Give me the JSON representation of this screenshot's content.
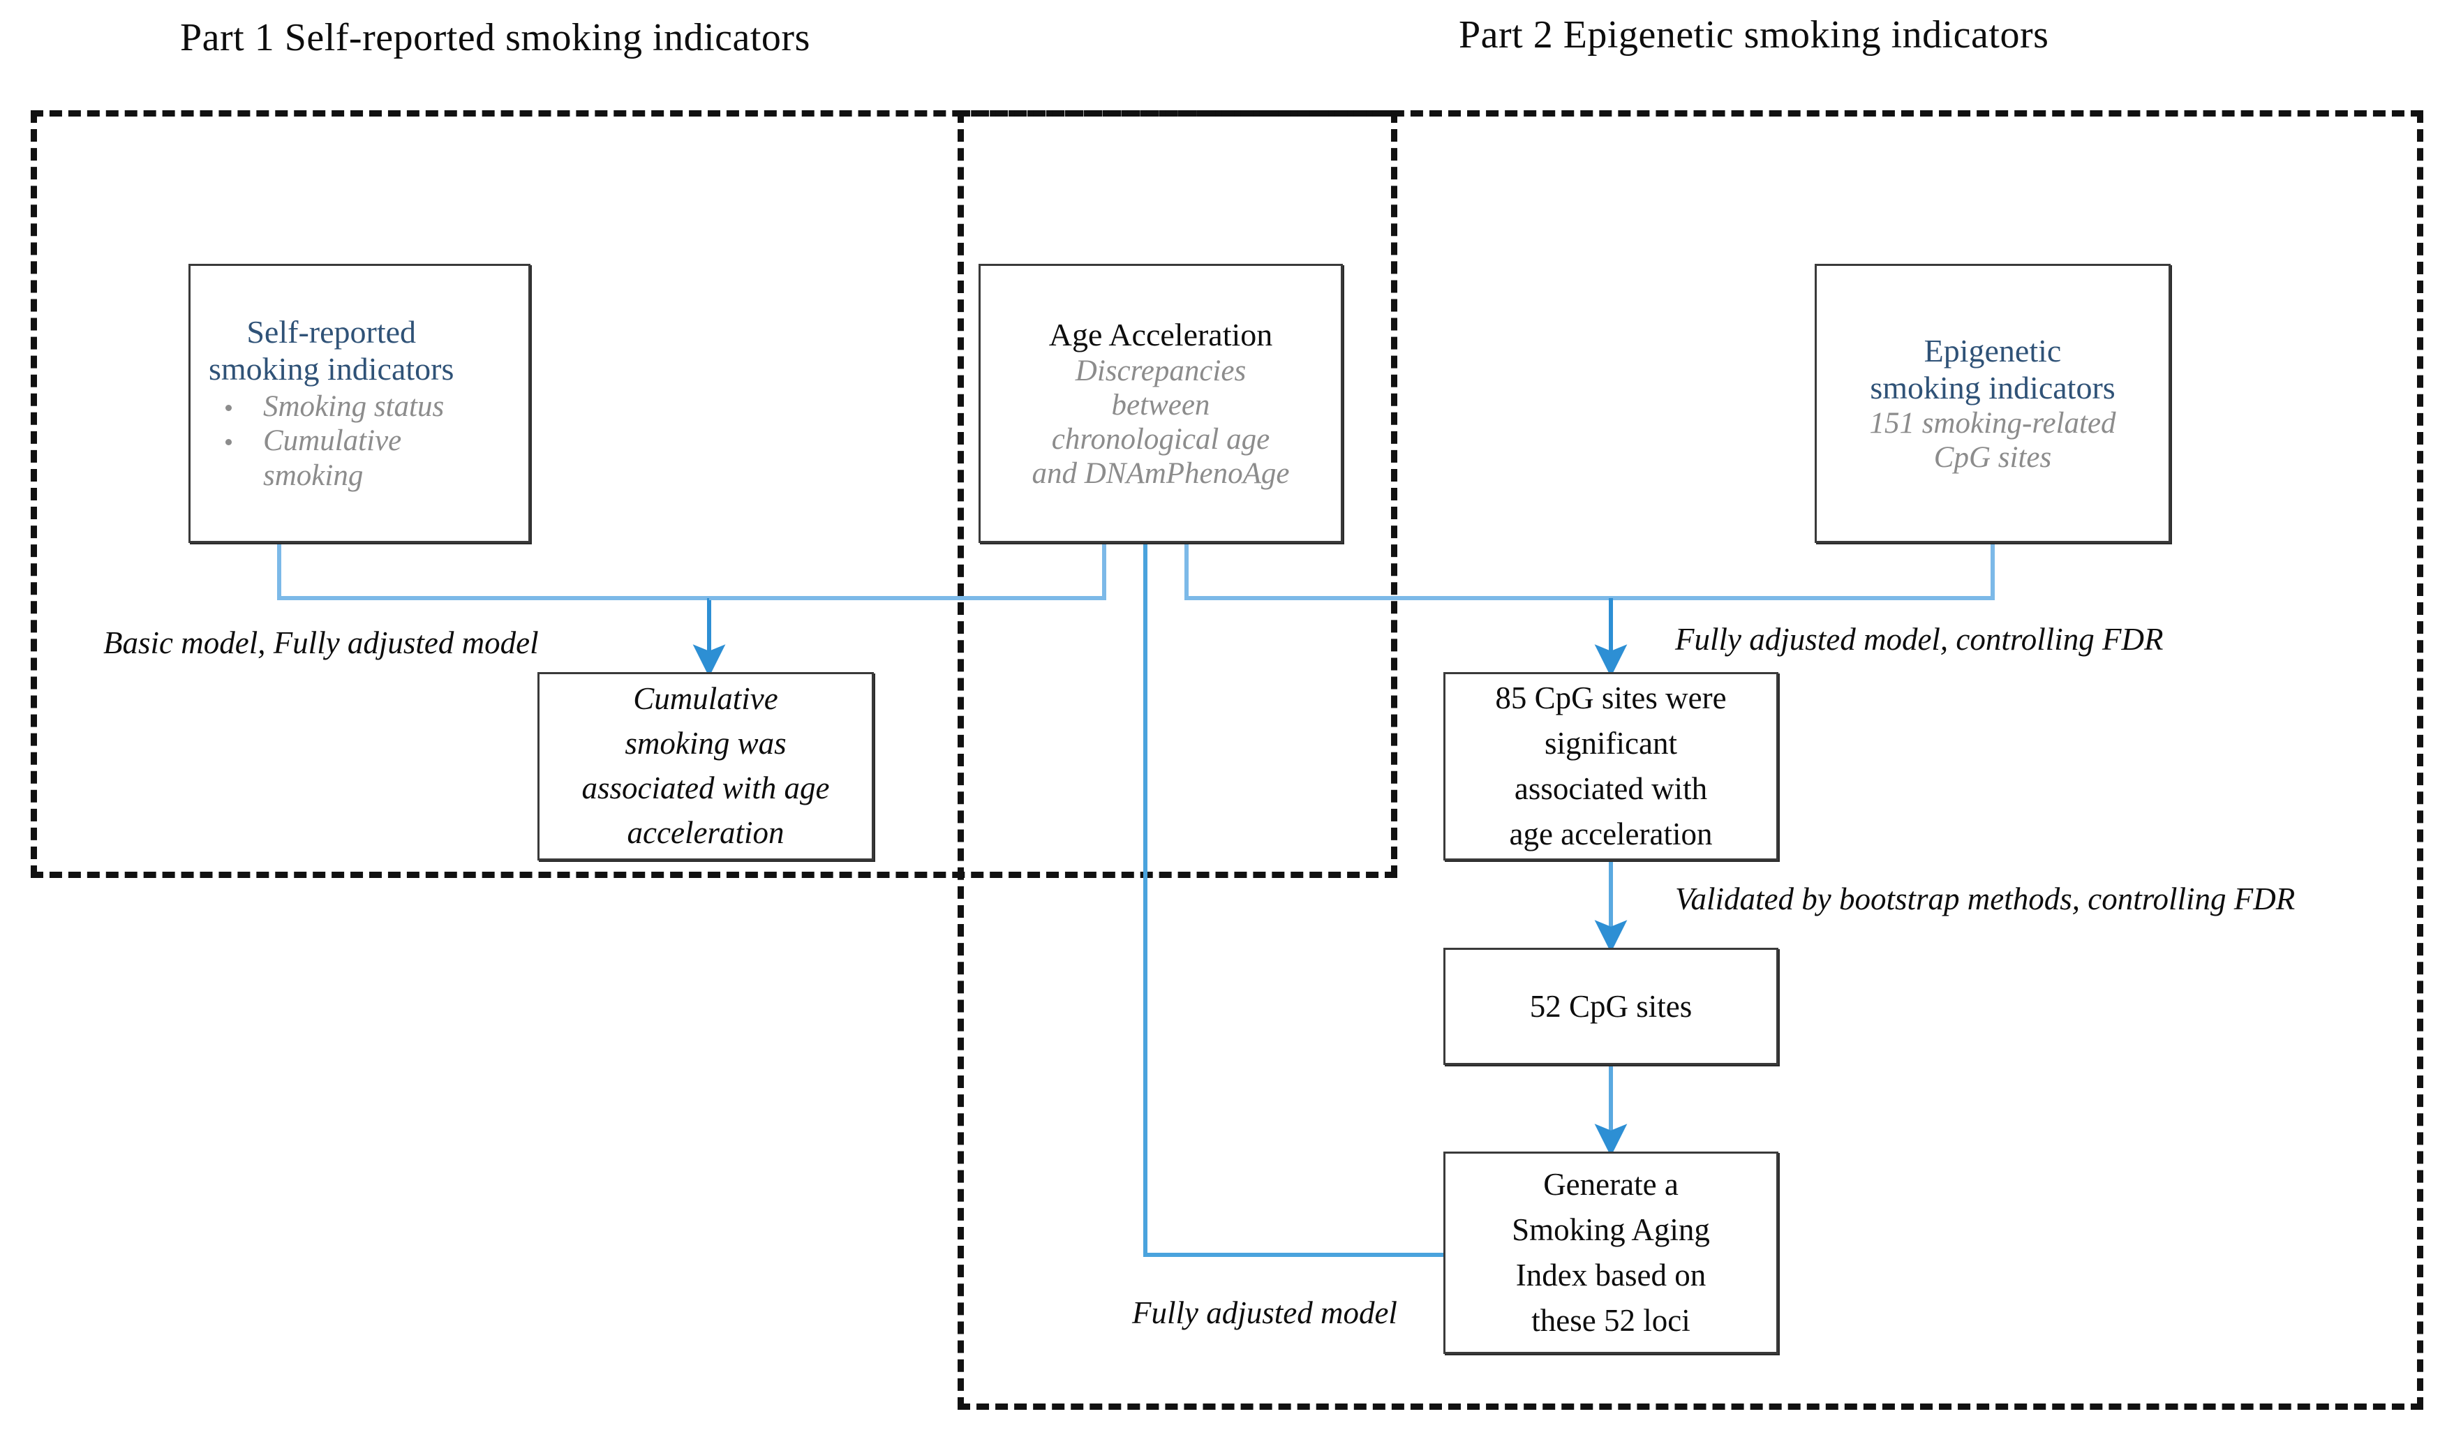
{
  "sections": {
    "part1": {
      "title": "Part 1 Self-reported smoking indicators"
    },
    "part2": {
      "title": "Part 2 Epigenetic smoking indicators"
    }
  },
  "nodes": {
    "self_reported": {
      "heading": "Self-reported\nsmoking  indicators",
      "bullets": [
        "Smoking status",
        "Cumulative\nsmoking"
      ]
    },
    "age_acceleration": {
      "heading": "Age Acceleration",
      "sub": "Discrepancies\nbetween\nchronological age\nand DNAmPhenoAge"
    },
    "epigenetic": {
      "heading": "Epigenetic\nsmoking  indicators",
      "sub": "151 smoking-related\nCpG sites"
    },
    "cumulative_result": {
      "text": "Cumulative\nsmoking was\nassociated with age\nacceleration"
    },
    "cpg85": {
      "text": "85 CpG sites  were\nsignificant\nassociated  with\nage acceleration"
    },
    "cpg52": {
      "text": "52 CpG sites"
    },
    "index": {
      "text": "Generate  a\nSmoking  Aging\nIndex  based on\nthese  52 loci"
    }
  },
  "edge_labels": {
    "basic_fully": "Basic model, Fully adjusted model",
    "fully_fdr": "Fully adjusted model, controlling FDR",
    "bootstrap_fdr": "Validated by bootstrap methods, controlling FDR",
    "fully_adjusted": "Fully adjusted model"
  },
  "colors": {
    "connector_blue": "#4aa3dd",
    "arrow_blue": "#2d8fd4",
    "heading_blue": "#2f5277",
    "sub_gray": "#8c8c8c",
    "frame_black": "#111111",
    "node_border": "#3a3a3a"
  }
}
